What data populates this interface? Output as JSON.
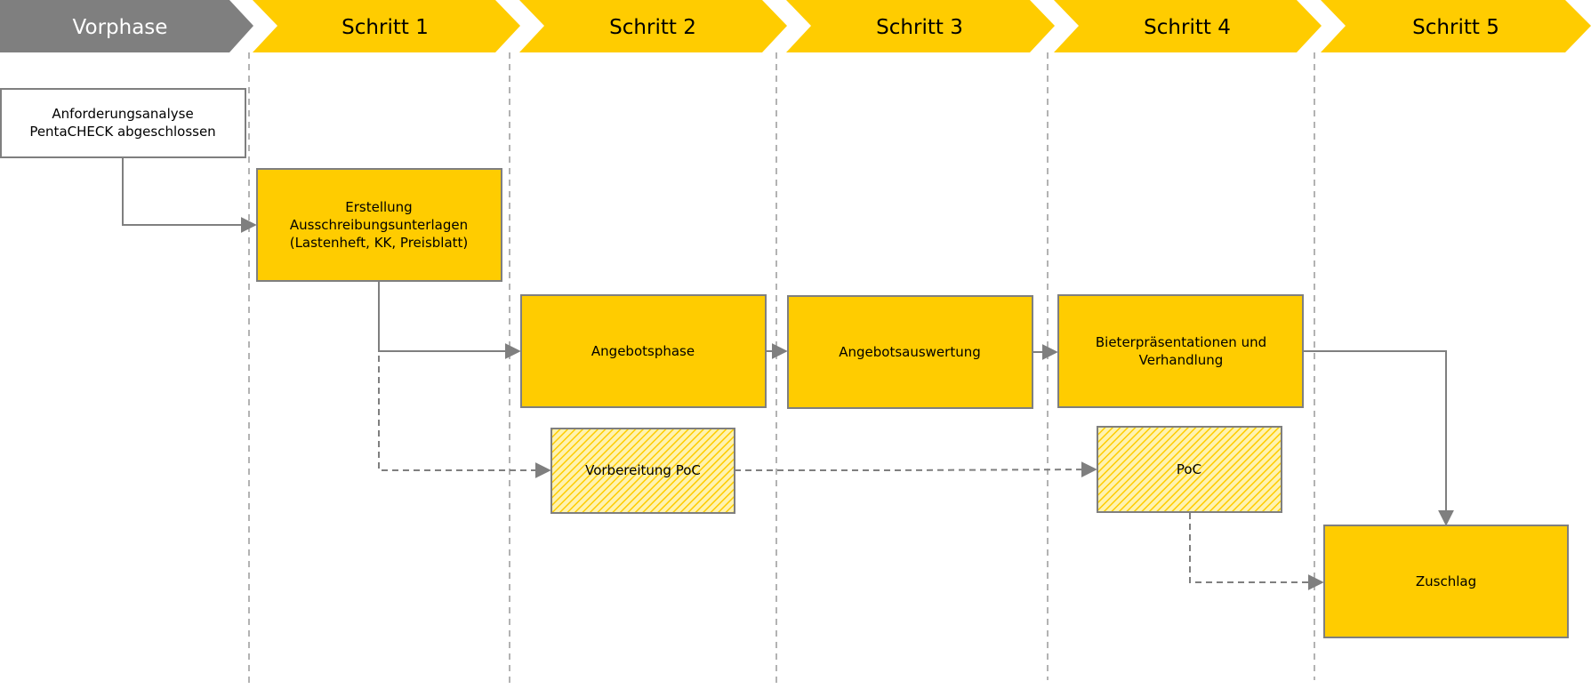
{
  "colors": {
    "accent": "#FFCC00",
    "pre_phase": "#7F7F7F",
    "line": "#7F7F7F",
    "box_border": "#7F7F7F"
  },
  "phases": {
    "pre": "Vorphase",
    "s1": "Schritt 1",
    "s2": "Schritt 2",
    "s3": "Schritt 3",
    "s4": "Schritt 4",
    "s5": "Schritt 5"
  },
  "boxes": {
    "anforderung": {
      "line1": "Anforderungsanalyse",
      "line2": "PentaCHECK abgeschlossen"
    },
    "erstellung": {
      "line1": "Erstellung",
      "line2": "Ausschreibungsunterlagen",
      "line3": "(Lastenheft, KK, Preisblatt)"
    },
    "angebotsphase": "Angebotsphase",
    "angebotsauswertung": "Angebotsauswertung",
    "bieter": {
      "line1": "Bieterpräsentationen und",
      "line2": "Verhandlung"
    },
    "vorbereitung_poc": "Vorbereitung PoC",
    "poc": "PoC",
    "zuschlag": "Zuschlag"
  }
}
